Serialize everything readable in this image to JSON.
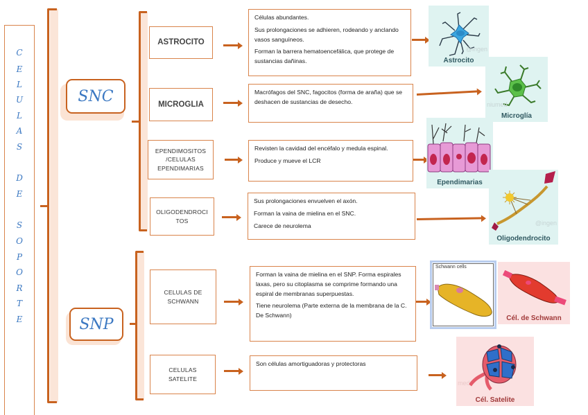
{
  "title": {
    "letters": [
      "C",
      "E",
      "L",
      "U",
      "L",
      "A",
      "S",
      "",
      "D",
      "E",
      "",
      "S",
      "O",
      "P",
      "O",
      "R",
      "T",
      "E"
    ]
  },
  "categories": {
    "snc": "SNC",
    "snp": "SNP"
  },
  "cells": [
    {
      "name": "ASTROCITO",
      "description": [
        "Células abundantes.",
        "Sus prolongaciones se adhieren, rodeando y anclando vasos sanguíneos.",
        "Forman la barrera hematoencefálica, que protege de sustancias dañinas."
      ],
      "image_caption": "Astrocito",
      "image_watermark": "@ingen"
    },
    {
      "name": "MICROGLIA",
      "description": [
        "Macrófagos del SNC, fagocitos (forma de araña) que se deshacen de sustancias de desecho."
      ],
      "image_caption": "Microglía",
      "image_watermark": "niumed"
    },
    {
      "name": "EPENDIMOSITOS /CELULAS EPENDIMARIAS",
      "name_lines": [
        "EPENDIMOSITOS",
        "/CELULAS",
        "EPENDIMARIAS"
      ],
      "description": [
        "Revisten la cavidad del encéfalo y medula espinal.",
        "Produce y mueve el LCR"
      ],
      "image_caption": "Ependimarias"
    },
    {
      "name": "OLIGODENDROCITOS",
      "name_lines": [
        "OLIGODENDROCI",
        "TOS"
      ],
      "description": [
        "Sus prolongaciones envuelven el axón.",
        "Forman la vaina de mielina en el SNC.",
        "Carece de neurolema"
      ],
      "image_caption": "Oligodendrocito",
      "image_watermark": "@ingen"
    },
    {
      "name": "CELULAS DE SCHWANN",
      "name_lines": [
        "CELULAS DE",
        "SCHWANN"
      ],
      "description": [
        "Forman la vaina de mielina en el SNP. Forma espirales laxas, pero su citoplasma se comprime formando una espiral de membranas superpuestas.",
        "Tiene neurolema (Parte externa de la membrana de la C. De Schwann)"
      ],
      "image_label": "Schwann cells",
      "image_caption": "Cél. de Schwann"
    },
    {
      "name": "CELULAS SATELITE",
      "name_lines": [
        "CELULAS",
        "SATELITE"
      ],
      "description": [
        "Son células amortiguadoras y protectoras"
      ],
      "image_caption": "Cél. Satelite",
      "image_watermark": "med"
    }
  ],
  "colors": {
    "accent": "#c8621f",
    "title_text": "#3b78c2",
    "bracket_shadow": "#fbe5d8"
  }
}
